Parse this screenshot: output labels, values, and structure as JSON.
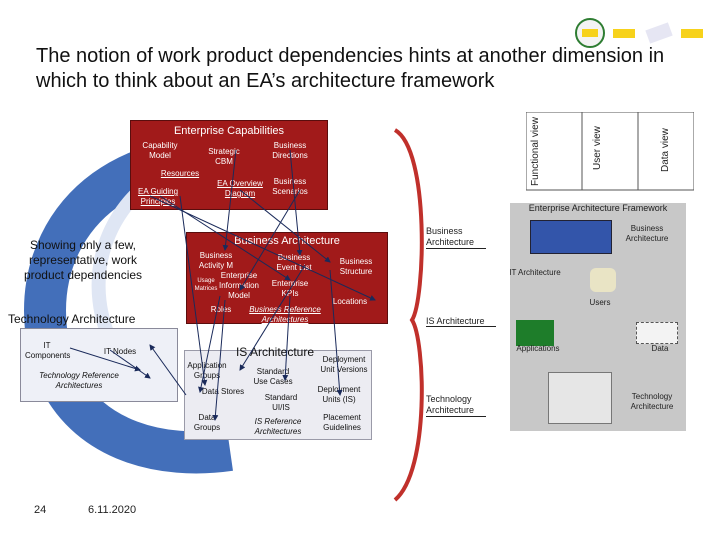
{
  "slide": {
    "title": "The notion of work product dependencies hints at another dimension in which to think about an EA’s architecture framework",
    "page_number": "24",
    "date": "6.11.2020",
    "callout": "Showing only a few, representative, work product dependencies"
  },
  "enterprise_capabilities": {
    "title": "Enterprise Capabilities",
    "items": [
      "Capability Model",
      "Strategic CBM",
      "Business Directions",
      "Resources",
      "EA Guiding Principles",
      "EA Overview Diagram",
      "Business Scenarios"
    ]
  },
  "business_architecture": {
    "title": "Business Architecture",
    "items": [
      "Business Activity M",
      "Business Event List",
      "Business Structure",
      "Usage Matrices",
      "Enterprise Information Model",
      "Enterprise KPIs",
      "Roles",
      "Locations",
      "Business Reference Architectures"
    ]
  },
  "technology_architecture": {
    "title": "Technology Architecture",
    "items": [
      "IT Components",
      "IT Nodes",
      "Technology Reference Architectures"
    ]
  },
  "is_architecture": {
    "title": "IS Architecture",
    "items": [
      "Application Groups",
      "Standard Use Cases",
      "Deployment Unit Versions",
      "Data Stores",
      "Standard UI/IS",
      "Deployment Units (IS)",
      "Data Groups",
      "IS Reference Architectures",
      "Placement Guidelines"
    ]
  },
  "views": {
    "functional": "Functional view",
    "user": "User view",
    "data": "Data view"
  },
  "middle_labels": {
    "business": "Business Architecture",
    "is": "IS Architecture",
    "technology": "Technology Architecture"
  },
  "framework": {
    "title": "Enterprise Architecture Framework",
    "business": "Business Architecture",
    "it": "IT Architecture",
    "users": "Users",
    "applications": "Applications",
    "data": "Data",
    "technology": "Technology Architecture"
  },
  "colors": {
    "panel_red": "#a11a1a",
    "panel_dark": "#6e0e0e",
    "bg_blue": "#2f5fb3",
    "gray": "#c8c8c8"
  }
}
